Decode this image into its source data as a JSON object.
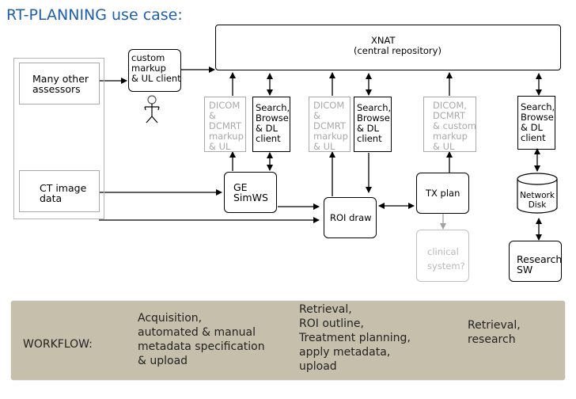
{
  "title": "RT-PLANNING use case:",
  "repository": {
    "name": "XNAT",
    "subtitle": "(central repository)"
  },
  "sources": {
    "assessors": "Many other\nassessors",
    "ct": "CT image\ndata"
  },
  "custom_client": "custom\nmarkup\n& UL client",
  "actor_icon": "person-icon",
  "dicom_markup_1": "DICOM\n&\nDCMRT\nmarkup\n& UL",
  "search_client_1": "Search,\nBrowse\n& DL\nclient",
  "dicom_markup_2": "DICOM\n&\nDCMRT\nmarkup\n& UL",
  "search_client_2": "Search,\nBrowse\n& DL\nclient",
  "dicom_markup_3": "DICOM,\nDCMRT\n& custom\nmarkup\n& UL",
  "search_client_3": "Search,\nBrowse\n& DL\nclient",
  "ge_simws": "GE\nSimWS",
  "roi_draw": "ROI draw",
  "tx_plan": "TX plan",
  "clinical_system": "clinical\nsystem?",
  "network_disk": "Network\nDisk",
  "research_sw": "Research\nSW",
  "workflow": {
    "label": "WORKFLOW:",
    "stages": [
      "Acquisition,\nautomated & manual\nmetadata specification\n& upload",
      "Retrieval,\nROI outline,\nTreatment planning,\napply metadata,\nupload",
      "Retrieval,\nresearch"
    ]
  },
  "colors": {
    "title": "#1f5fa8",
    "workflow_bg": "#c6bfac",
    "inactive": "#a8a8a8"
  }
}
